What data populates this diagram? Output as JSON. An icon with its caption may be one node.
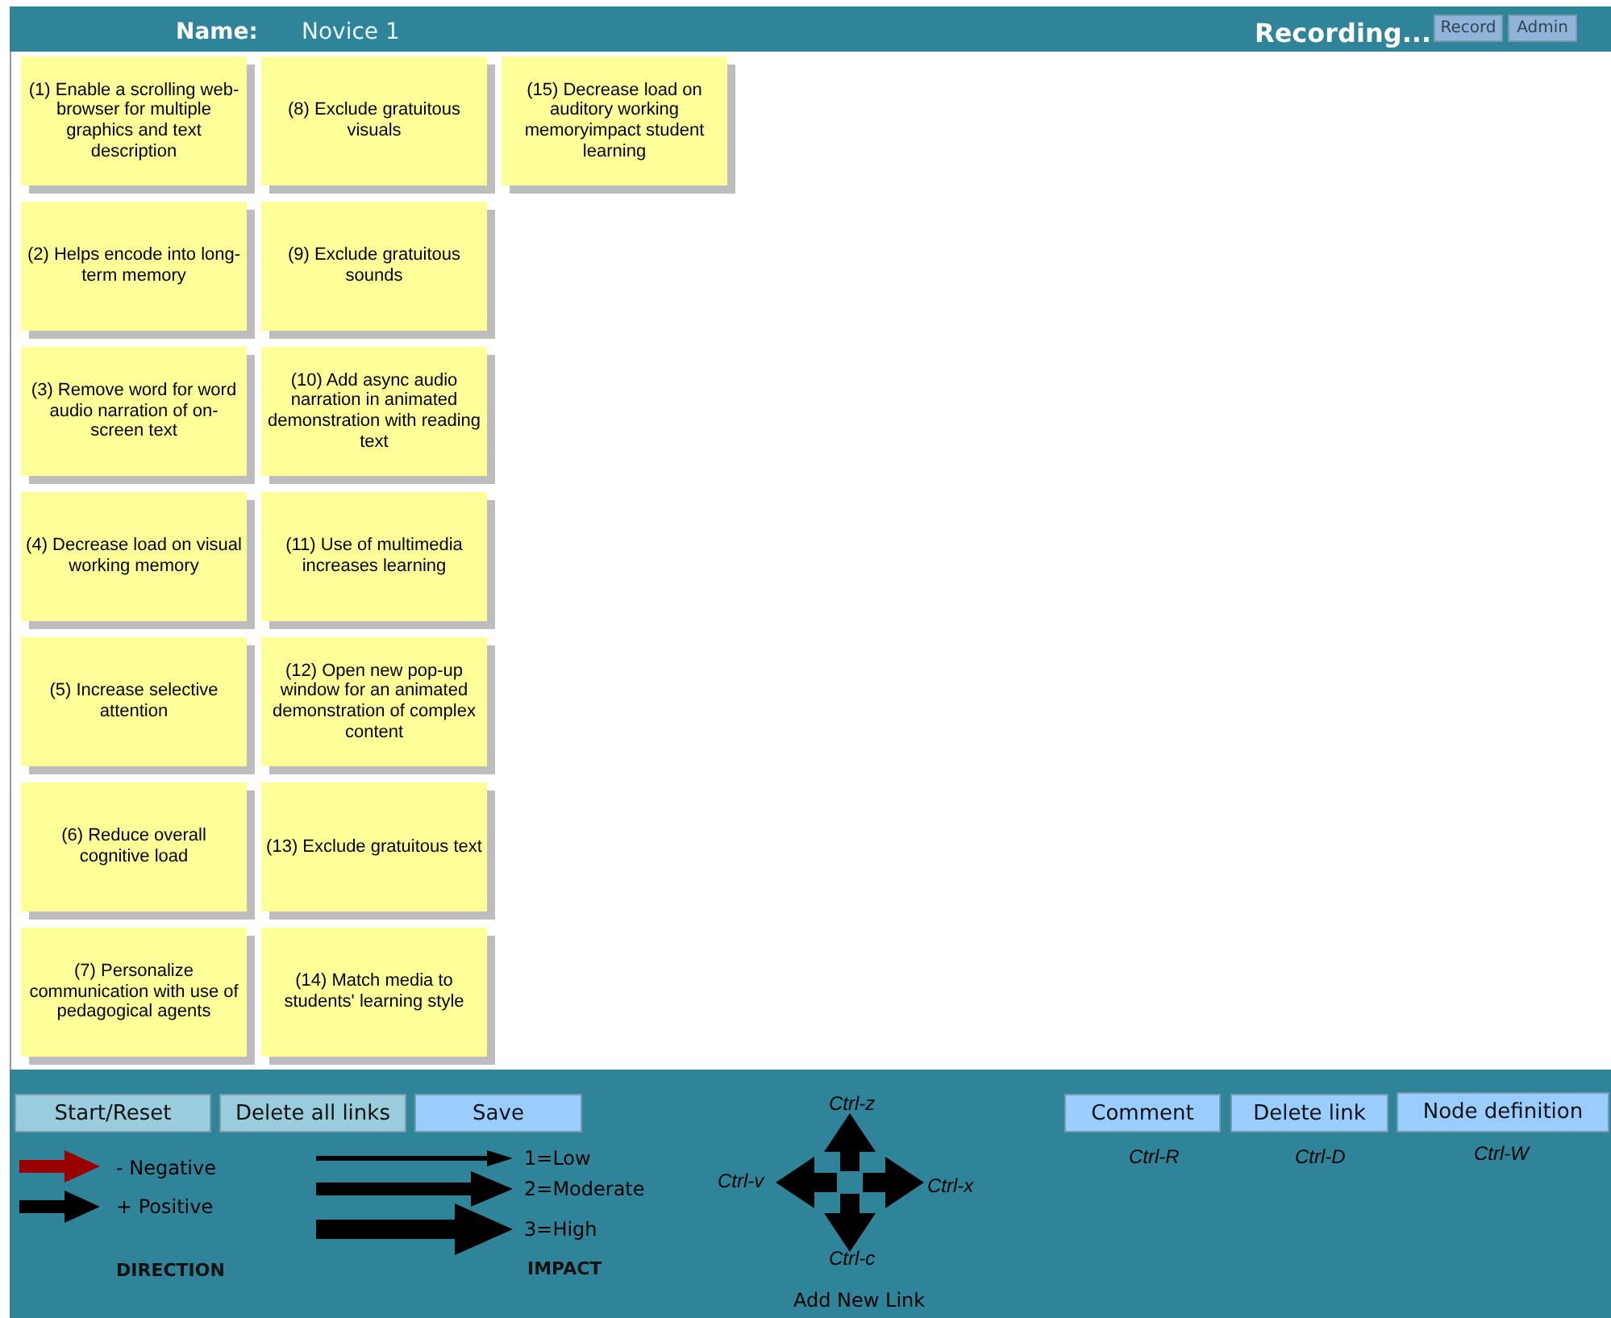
{
  "diagram": {
    "nodes": [
      {
        "text": [
          "(1) Enable a scrolling web-browser for multiple graphics and text description"
        ]
      },
      {
        "text": [
          "(2) Helps encode into long-term memory"
        ]
      },
      {
        "text": [
          "(3) Remove word for word audio narration of on-screen text"
        ]
      },
      {
        "text": [
          "(4) Decrease load on visual working memory"
        ]
      },
      {
        "text": [
          "(5) Increase selective attention"
        ]
      },
      {
        "text": [
          "(6) Reduce overall cognitive load"
        ]
      },
      {
        "text": [
          "(7) Personalize communication with use of pedagogical agents"
        ]
      },
      {
        "text": [
          "(8) Exclude gratuitous visuals"
        ]
      },
      {
        "text": [
          "(9)  Exclude gratuitous sounds"
        ]
      },
      {
        "text": [
          "(10) Add async audio narration in animated demonstration with reading text"
        ]
      },
      {
        "text": [
          "(11) Use of multimedia increases learning"
        ]
      },
      {
        "text": [
          "(12)  Open new pop-up window for an animated demonstration of  complex content"
        ]
      },
      {
        "text": [
          "(13) Exclude gratuitous text"
        ]
      },
      {
        "text": [
          "(14) Match media to students' learning style"
        ]
      },
      {
        "text": [
          "(15) Decrease load on auditory working memoryimpact student learning"
        ]
      }
    ],
    "labels": [
      "Name:",
      "Novice 1",
      "Recording...",
      "Record",
      "Admin",
      "Start/Reset",
      "Delete all links",
      "Save",
      "Ctrl-z",
      "Ctrl-v",
      "Ctrl-x",
      "Ctrl-c",
      "Comment",
      "Delete link",
      "Node definition",
      "Ctrl-R",
      "Ctrl-D",
      "Ctrl-W",
      "DIRECTION",
      "IMPACT",
      "Add New Link"
    ],
    "legend": [
      {
        "text": "- Negative"
      },
      {
        "text": "+ Positive"
      },
      {
        "text": "1=Low"
      },
      {
        "text": "2=Moderate"
      },
      {
        "text": "3=High"
      }
    ]
  }
}
